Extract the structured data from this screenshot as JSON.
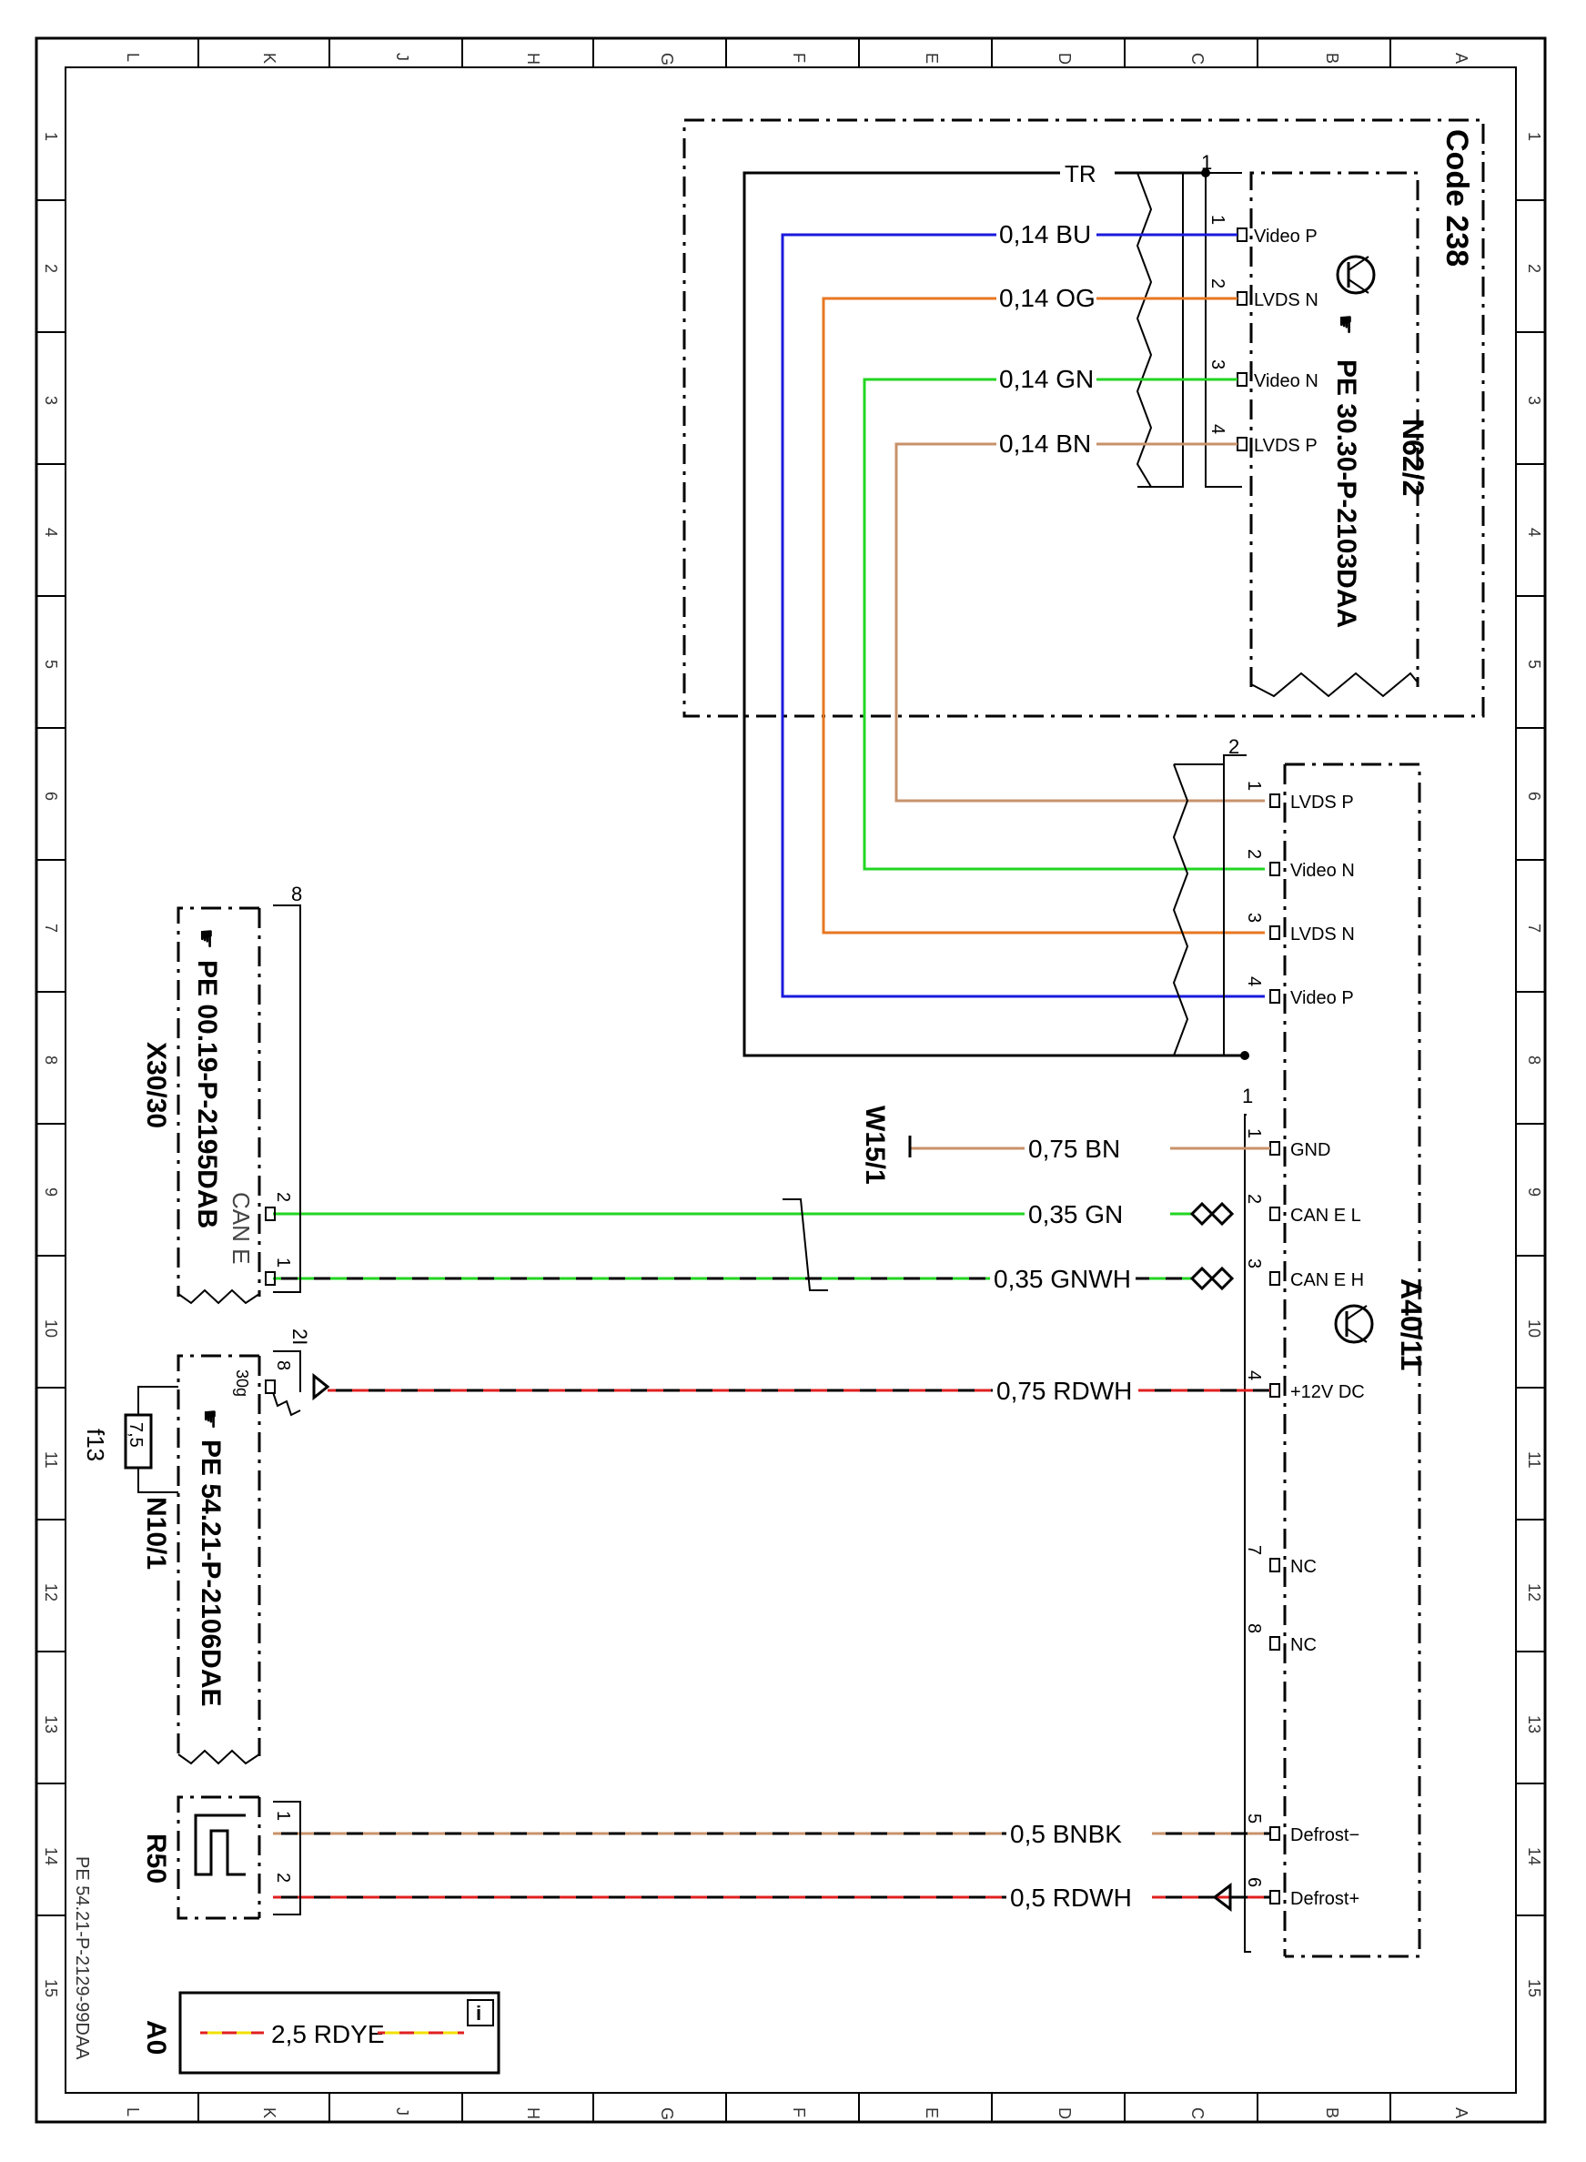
{
  "sheet": {
    "document_id": "PE 54.21-P-2129-99DAA",
    "columns": [
      "L",
      "K",
      "J",
      "H",
      "G",
      "F",
      "E",
      "D",
      "C",
      "B",
      "A"
    ],
    "rows": [
      "1",
      "2",
      "3",
      "4",
      "5",
      "6",
      "7",
      "8",
      "9",
      "10",
      "11",
      "12",
      "13",
      "14",
      "15"
    ]
  },
  "code_box": {
    "label": "Code 238"
  },
  "n62_2": {
    "label": "N62/2",
    "ref": "PE 30.30-P-2103DAA",
    "connector_id": "1",
    "pins": [
      {
        "num": "1",
        "name": "Video P"
      },
      {
        "num": "2",
        "name": "LVDS N"
      },
      {
        "num": "3",
        "name": "Video N"
      },
      {
        "num": "4",
        "name": "LVDS P"
      }
    ]
  },
  "a40_11": {
    "label": "A40/11",
    "connector_video": "2",
    "connector_main": "1",
    "video_pins": [
      {
        "num": "1",
        "name": "LVDS P"
      },
      {
        "num": "2",
        "name": "Video N"
      },
      {
        "num": "3",
        "name": "LVDS N"
      },
      {
        "num": "4",
        "name": "Video P"
      }
    ],
    "main_pins": [
      {
        "num": "1",
        "name": "GND"
      },
      {
        "num": "2",
        "name": "CAN E L"
      },
      {
        "num": "3",
        "name": "CAN E H"
      },
      {
        "num": "4",
        "name": "+12V DC"
      },
      {
        "num": "7",
        "name": "NC"
      },
      {
        "num": "8",
        "name": "NC"
      },
      {
        "num": "5",
        "name": "Defrost−"
      },
      {
        "num": "6",
        "name": "Defrost+"
      }
    ]
  },
  "wires": {
    "shield": "TR",
    "video": [
      {
        "label": "0,14  BU",
        "color": "#1a1adc"
      },
      {
        "label": "0,14  OG",
        "color": "#e87722"
      },
      {
        "label": "0,14  GN",
        "color": "#22d622"
      },
      {
        "label": "0,14  BN",
        "color": "#c8926a"
      }
    ],
    "gnd": {
      "label": "0,75  BN",
      "color": "#c8926a"
    },
    "can_l": {
      "label": "0,35  GN",
      "color": "#22d622"
    },
    "can_h": {
      "label": "0,35  GNWH",
      "color": "#22d622"
    },
    "power": {
      "label": "0,75  RDWH",
      "color": "#e02020"
    },
    "defrost_neg": {
      "label": "0,5  BNBK",
      "color": "#c8926a"
    },
    "defrost_pos": {
      "label": "0,5  RDWH",
      "color": "#e02020"
    }
  },
  "w15_1": {
    "label": "W15/1"
  },
  "x30_30": {
    "label": "X30/30",
    "ref": "PE 00.19-P-2195DAB",
    "connector_id": "8",
    "bus": "CAN E",
    "pins": [
      "2",
      "1"
    ]
  },
  "n10_1": {
    "label": "N10/1",
    "ref": "PE 54.21-P-2106DAE",
    "connector_id": "2I",
    "pin": "8",
    "terminal": "30g"
  },
  "fuse": {
    "label": "f13",
    "rating": "7,5"
  },
  "r50": {
    "label": "R50",
    "pins": [
      "1",
      "2"
    ]
  },
  "legend": {
    "label": "A0",
    "wire": "2,5  RDYE",
    "info": "i"
  }
}
